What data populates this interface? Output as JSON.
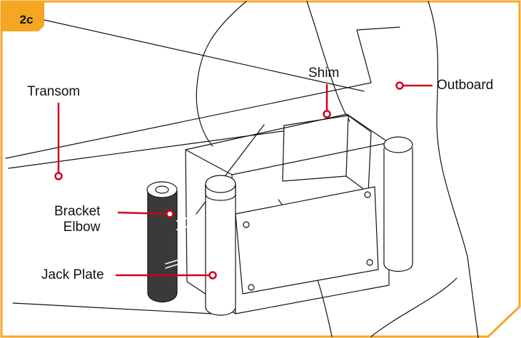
{
  "step_tag": "2c",
  "labels": {
    "shim": "Shim",
    "transom": "Transom",
    "outboard": "Outboard",
    "bracket_elbow_line1": "Bracket",
    "bracket_elbow_line2": "Elbow",
    "jack_plate": "Jack Plate"
  },
  "colors": {
    "frame_orange": "#F5A623",
    "callout_red": "#D0021B",
    "line_art": "#111111",
    "elbow_fill": "#3A3A3A"
  }
}
